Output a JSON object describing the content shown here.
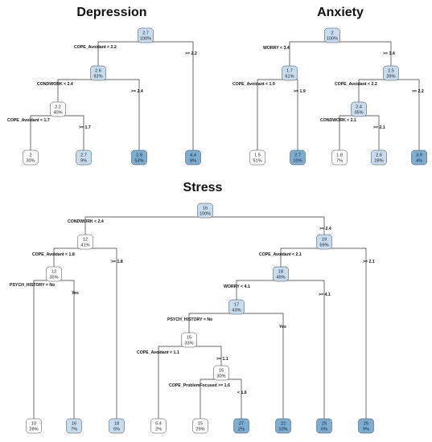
{
  "colors": {
    "node_low": "#ffffff",
    "node_mid": "#c6dcef",
    "node_high": "#7aaed4",
    "edge": "#333333"
  },
  "trees": [
    {
      "id": "depression",
      "title": "Depression",
      "nodes": [
        {
          "id": "n0",
          "value": "2.7",
          "percent": "100%",
          "level": "mid"
        },
        {
          "id": "n1",
          "value": "2.6",
          "percent": "92%",
          "level": "mid"
        },
        {
          "id": "n2",
          "value": "2.2",
          "percent": "40%",
          "level": "low"
        },
        {
          "id": "l1",
          "value": "2",
          "percent": "30%",
          "level": "low"
        },
        {
          "id": "l2",
          "value": "2.7",
          "percent": "9%",
          "level": "mid"
        },
        {
          "id": "l3",
          "value": "2.9",
          "percent": "53%",
          "level": "high"
        },
        {
          "id": "l4",
          "value": "4.4",
          "percent": "8%",
          "level": "high"
        }
      ],
      "splits": [
        {
          "id": "s0",
          "text": "COPE_Avoidant < 2.2"
        },
        {
          "id": "s0r",
          "text": ">= 2.2"
        },
        {
          "id": "s1",
          "text": "CONDWORK < 2.4"
        },
        {
          "id": "s1r",
          "text": ">= 2.4"
        },
        {
          "id": "s2",
          "text": "COPE_Avoidant < 1.7"
        },
        {
          "id": "s2r",
          "text": ">= 1.7"
        }
      ]
    },
    {
      "id": "anxiety",
      "title": "Anxiety",
      "nodes": [
        {
          "id": "a0",
          "value": "2",
          "percent": "100%",
          "level": "mid"
        },
        {
          "id": "a1",
          "value": "1.7",
          "percent": "61%",
          "level": "mid"
        },
        {
          "id": "a2",
          "value": "2.5",
          "percent": "39%",
          "level": "mid"
        },
        {
          "id": "a3",
          "value": "2.4",
          "percent": "35%",
          "level": "mid"
        },
        {
          "id": "al1",
          "value": "1.5",
          "percent": "51%",
          "level": "low"
        },
        {
          "id": "al2",
          "value": "2.7",
          "percent": "10%",
          "level": "high"
        },
        {
          "id": "al3",
          "value": "1.8",
          "percent": "7%",
          "level": "low"
        },
        {
          "id": "al4",
          "value": "2.6",
          "percent": "28%",
          "level": "mid"
        },
        {
          "id": "al5",
          "value": "3.9",
          "percent": "4%",
          "level": "high"
        }
      ],
      "splits": [
        {
          "id": "as0",
          "text": "WORRY < 3.4"
        },
        {
          "id": "as0r",
          "text": ">= 3.4"
        },
        {
          "id": "as1",
          "text": "COPE_Avoidant < 1.9"
        },
        {
          "id": "as1r",
          "text": ">= 1.9"
        },
        {
          "id": "as2",
          "text": "COPE_Avoidant < 2.2"
        },
        {
          "id": "as2r",
          "text": ">= 2.2"
        },
        {
          "id": "as3",
          "text": "CONDWORK < 2.1"
        },
        {
          "id": "as3r",
          "text": ">= 2.1"
        }
      ]
    },
    {
      "id": "stress",
      "title": "Stress",
      "nodes": [
        {
          "id": "t0",
          "value": "16",
          "percent": "100%",
          "level": "mid"
        },
        {
          "id": "t1",
          "value": "12",
          "percent": "41%",
          "level": "low"
        },
        {
          "id": "t2",
          "value": "12",
          "percent": "35%",
          "level": "low"
        },
        {
          "id": "t3",
          "value": "19",
          "percent": "59%",
          "level": "mid"
        },
        {
          "id": "t4",
          "value": "18",
          "percent": "49%",
          "level": "mid"
        },
        {
          "id": "t5",
          "value": "17",
          "percent": "43%",
          "level": "mid"
        },
        {
          "id": "t6",
          "value": "15",
          "percent": "33%",
          "level": "low"
        },
        {
          "id": "t7",
          "value": "15",
          "percent": "30%",
          "level": "low"
        },
        {
          "id": "tl1",
          "value": "10",
          "percent": "28%",
          "level": "low"
        },
        {
          "id": "tl2",
          "value": "16",
          "percent": "7%",
          "level": "mid"
        },
        {
          "id": "tl3",
          "value": "18",
          "percent": "6%",
          "level": "mid"
        },
        {
          "id": "tl4",
          "value": "5.4",
          "percent": "2%",
          "level": "low"
        },
        {
          "id": "tl5",
          "value": "15",
          "percent": "29%",
          "level": "low"
        },
        {
          "id": "tl6",
          "value": "27",
          "percent": "2%",
          "level": "high"
        },
        {
          "id": "tl7",
          "value": "22",
          "percent": "10%",
          "level": "high"
        },
        {
          "id": "tl8",
          "value": "25",
          "percent": "6%",
          "level": "high"
        },
        {
          "id": "tl9",
          "value": "25",
          "percent": "9%",
          "level": "high"
        }
      ],
      "splits": [
        {
          "id": "ts0",
          "text": "CONDWORK < 2.4"
        },
        {
          "id": "ts0r",
          "text": ">= 2.4"
        },
        {
          "id": "ts1",
          "text": "COPE_Avoidant < 1.8"
        },
        {
          "id": "ts1r",
          "text": ">= 1.8"
        },
        {
          "id": "ts2",
          "text": "PSYCH_HISTORY = No"
        },
        {
          "id": "ts2r",
          "text": "Yes"
        },
        {
          "id": "ts3",
          "text": "COPE_Avoidant < 2.1"
        },
        {
          "id": "ts3r",
          "text": ">= 2.1"
        },
        {
          "id": "ts4",
          "text": "WORRY < 4.1"
        },
        {
          "id": "ts4r",
          "text": ">= 4.1"
        },
        {
          "id": "ts5",
          "text": "PSYCH_HISTORY = No"
        },
        {
          "id": "ts5r",
          "text": "Yes"
        },
        {
          "id": "ts6",
          "text": "COPE_Avoidant < 1.1"
        },
        {
          "id": "ts6r",
          "text": ">= 1.1"
        },
        {
          "id": "ts7",
          "text": "COPE_ProblemFocused >= 1.6"
        },
        {
          "id": "ts7r",
          "text": "< 1.6"
        }
      ]
    }
  ]
}
